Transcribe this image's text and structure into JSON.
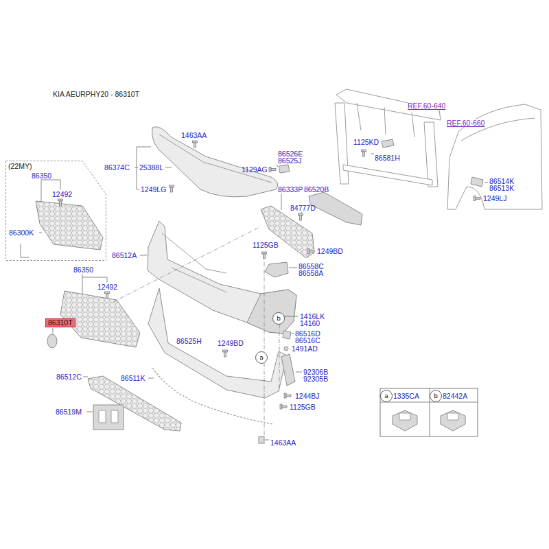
{
  "diagram": {
    "title": "KIA AEURPHY20 - 86310T",
    "nodes": [
      {
        "text": [
          "(22MY)"
        ]
      },
      {
        "text": [
          "86310T"
        ]
      },
      {
        "text": [
          "b"
        ]
      },
      {
        "text": [
          "a"
        ]
      },
      {
        "text": [
          "a"
        ]
      },
      {
        "text": [
          "b"
        ]
      }
    ],
    "labels": [
      "REF.60-640",
      "REF.60-660",
      "1463AA",
      "1125KD",
      "86526E",
      "86525J",
      "86581H",
      "86374C",
      "25388L",
      "1129AG",
      "86350",
      "86514K",
      "86513K",
      "1249LG",
      "86333P",
      "86520B",
      "12492",
      "1249LJ",
      "84777D",
      "86300K",
      "1125GB",
      "1249BD",
      "86512A",
      "86558C",
      "86558A",
      "86350",
      "12492",
      "1416LK",
      "14160",
      "86516D",
      "86516C",
      "86525H",
      "1249BD",
      "1491AD",
      "92306B",
      "92305B",
      "86512C",
      "86511K",
      "1244BJ",
      "1335CA",
      "82442A",
      "1125GB",
      "86519M",
      "1463AA"
    ]
  }
}
